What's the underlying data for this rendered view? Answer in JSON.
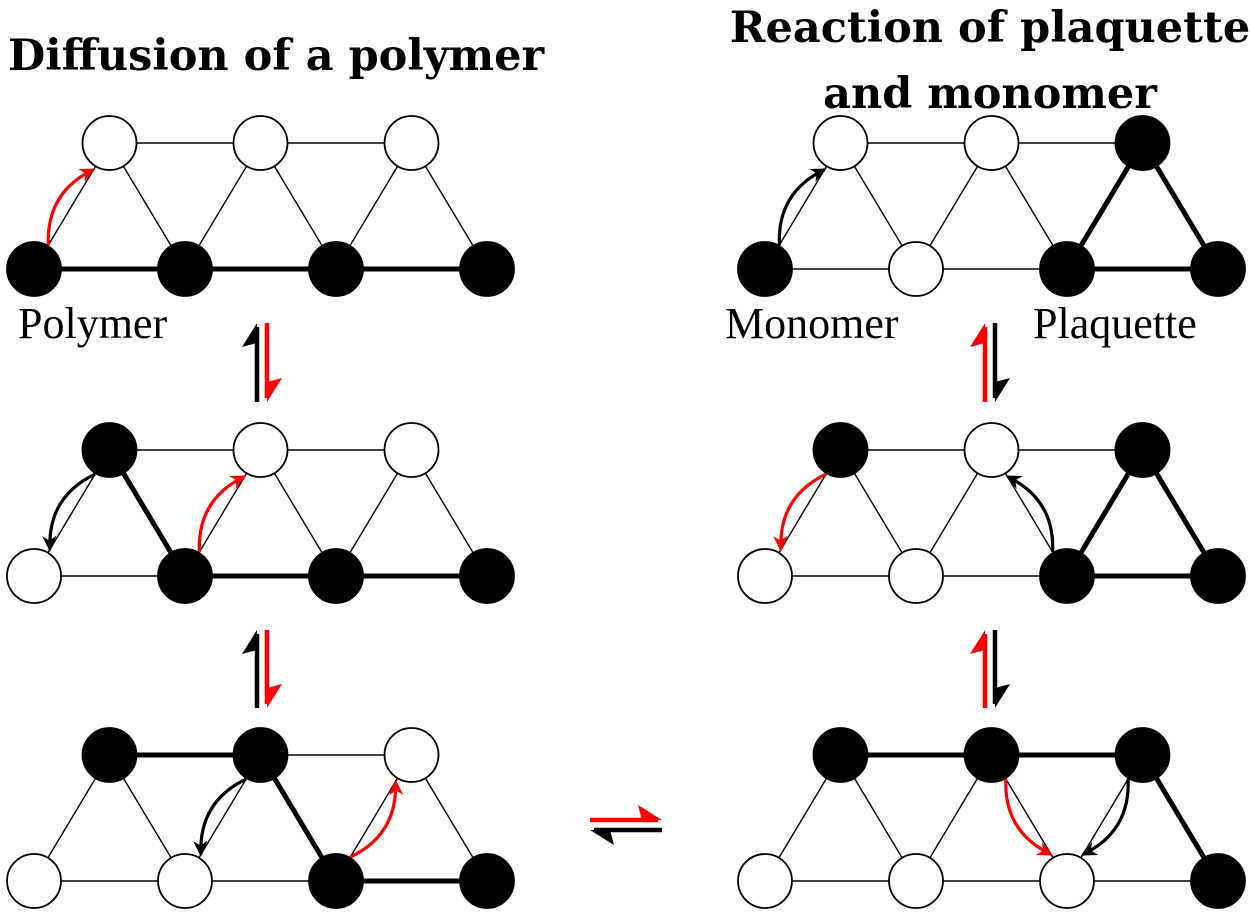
{
  "titles": {
    "left": "Diffusion of a polymer",
    "right_line1": "Reaction of plaquette",
    "right_line2": "and monomer"
  },
  "labels": {
    "polymer": "Polymer",
    "monomer": "Monomer",
    "plaquette": "Plaquette"
  },
  "colors": {
    "occupied": "#000000",
    "empty": "#ffffff",
    "forward_arrow": "#ff0000",
    "reverse_arrow": "#000000",
    "lattice": "#000000"
  },
  "panels": [
    {
      "id": "diffusion-step-1",
      "column": "left",
      "row": 1,
      "occupied": {
        "top": [
          false,
          false,
          false
        ],
        "bottom": [
          true,
          true,
          true,
          true
        ]
      },
      "bonds": [
        [
          "b0",
          "b1"
        ],
        [
          "b1",
          "b2"
        ],
        [
          "b2",
          "b3"
        ]
      ],
      "moves": [
        {
          "from": "b0",
          "to": "t0",
          "color": "red"
        }
      ]
    },
    {
      "id": "diffusion-step-2",
      "column": "left",
      "row": 2,
      "occupied": {
        "top": [
          true,
          false,
          false
        ],
        "bottom": [
          false,
          true,
          true,
          true
        ]
      },
      "bonds": [
        [
          "t0",
          "b1"
        ],
        [
          "b1",
          "b2"
        ],
        [
          "b2",
          "b3"
        ]
      ],
      "moves": [
        {
          "from": "t0",
          "to": "b0",
          "color": "black"
        },
        {
          "from": "b1",
          "to": "t1",
          "color": "red"
        }
      ]
    },
    {
      "id": "diffusion-step-3",
      "column": "left",
      "row": 3,
      "occupied": {
        "top": [
          true,
          true,
          false
        ],
        "bottom": [
          false,
          false,
          true,
          true
        ]
      },
      "bonds": [
        [
          "t0",
          "t1"
        ],
        [
          "t1",
          "b2"
        ],
        [
          "b2",
          "b3"
        ]
      ],
      "moves": [
        {
          "from": "t1",
          "to": "b1",
          "color": "black"
        },
        {
          "from": "b2",
          "to": "t2",
          "color": "red"
        }
      ]
    },
    {
      "id": "reaction-step-1",
      "column": "right",
      "row": 1,
      "occupied": {
        "top": [
          false,
          false,
          true
        ],
        "bottom": [
          true,
          false,
          true,
          true
        ]
      },
      "bonds": [
        [
          "t2",
          "b2"
        ],
        [
          "t2",
          "b3"
        ],
        [
          "b2",
          "b3"
        ]
      ],
      "moves": [
        {
          "from": "b0",
          "to": "t0",
          "color": "black"
        }
      ]
    },
    {
      "id": "reaction-step-2",
      "column": "right",
      "row": 2,
      "occupied": {
        "top": [
          true,
          false,
          true
        ],
        "bottom": [
          false,
          false,
          true,
          true
        ]
      },
      "bonds": [
        [
          "t2",
          "b2"
        ],
        [
          "t2",
          "b3"
        ],
        [
          "b2",
          "b3"
        ]
      ],
      "moves": [
        {
          "from": "t0",
          "to": "b0",
          "color": "red"
        },
        {
          "from": "b2",
          "to": "t1",
          "color": "black"
        }
      ]
    },
    {
      "id": "reaction-step-3",
      "column": "right",
      "row": 3,
      "occupied": {
        "top": [
          true,
          true,
          true
        ],
        "bottom": [
          false,
          false,
          false,
          true
        ]
      },
      "bonds": [
        [
          "t0",
          "t1"
        ],
        [
          "t1",
          "t2"
        ],
        [
          "t2",
          "b3"
        ]
      ],
      "moves": [
        {
          "from": "t1",
          "to": "b2",
          "color": "red"
        },
        {
          "from": "t2",
          "to": "b2",
          "color": "black"
        }
      ]
    }
  ],
  "transitions": [
    {
      "id": "left-1-2",
      "column": "left",
      "between_rows": [
        1,
        2
      ],
      "up_color": "black",
      "down_color": "red"
    },
    {
      "id": "left-2-3",
      "column": "left",
      "between_rows": [
        2,
        3
      ],
      "up_color": "black",
      "down_color": "red"
    },
    {
      "id": "right-1-2",
      "column": "right",
      "between_rows": [
        1,
        2
      ],
      "up_color": "red",
      "down_color": "black"
    },
    {
      "id": "right-2-3",
      "column": "right",
      "between_rows": [
        2,
        3
      ],
      "up_color": "red",
      "down_color": "black"
    },
    {
      "id": "left-right-row3",
      "orientation": "horizontal",
      "forward_color": "red",
      "reverse_color": "black"
    }
  ]
}
